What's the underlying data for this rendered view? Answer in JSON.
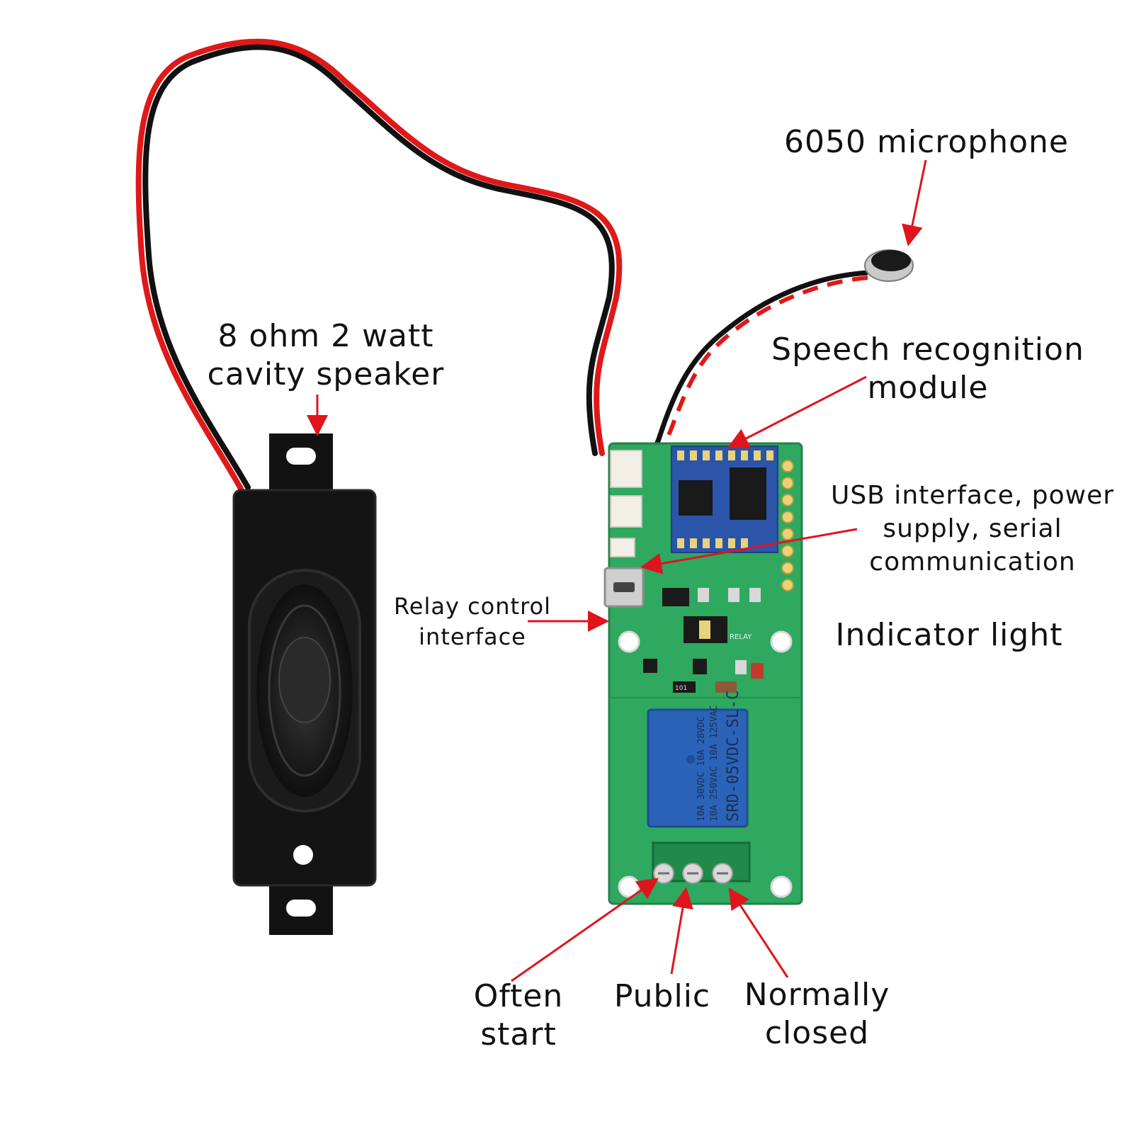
{
  "labels": {
    "microphone": "6050 microphone",
    "speaker": [
      "8 ohm 2 watt",
      "cavity speaker"
    ],
    "speech_module": [
      "Speech recognition",
      "module"
    ],
    "usb": [
      "USB interface, power",
      "supply, serial",
      "communication"
    ],
    "relay_control": [
      "Relay control",
      "interface"
    ],
    "indicator": "Indicator light",
    "often_start": [
      "Often",
      "start"
    ],
    "public": "Public",
    "normally_closed": [
      "Normally",
      "closed"
    ]
  },
  "pcb_marks": {
    "relay_model": "SRD-05VDC-SL-C",
    "relay_rating_1": "10A 250VAC 10A 125VAC",
    "relay_rating_2": "10A 30VDC 10A 28VDC",
    "relay_silk": "RELAY",
    "resistor_code": "101"
  },
  "colors": {
    "arrow": "#e0141c",
    "pcb": "#2fa860",
    "wire_red": "#e01818",
    "wire_black": "#111111",
    "speaker_body": "#121212",
    "relay_blue": "#2b63b8",
    "terminal_green": "#1f8a4a"
  }
}
